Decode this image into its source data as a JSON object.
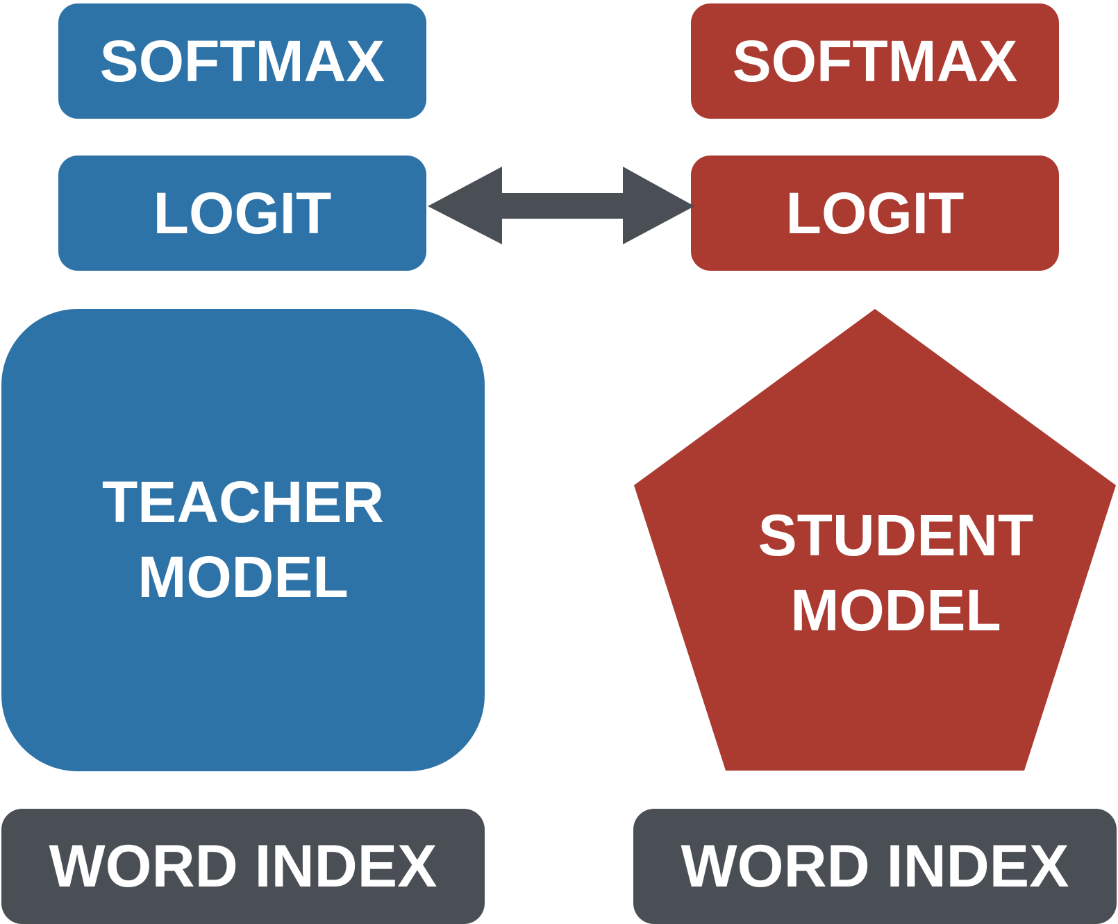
{
  "colors": {
    "teacher": "#2e73a8",
    "student": "#ab3a30",
    "input": "#4a4f55",
    "arrow": "#4a4f55",
    "text": "#ffffff"
  },
  "teacher": {
    "softmax": "SOFTMAX",
    "logit": "LOGIT",
    "model_line1": "TEACHER",
    "model_line2": "MODEL",
    "input": "WORD INDEX"
  },
  "student": {
    "softmax": "SOFTMAX",
    "logit": "LOGIT",
    "model_line1": "STUDENT",
    "model_line2": "MODEL",
    "input": "WORD INDEX"
  },
  "connector": {
    "type": "bidirectional-arrow",
    "between": [
      "teacher.logit",
      "student.logit"
    ]
  },
  "shapes": {
    "teacher_model": "rounded-square",
    "student_model": "pentagon"
  }
}
